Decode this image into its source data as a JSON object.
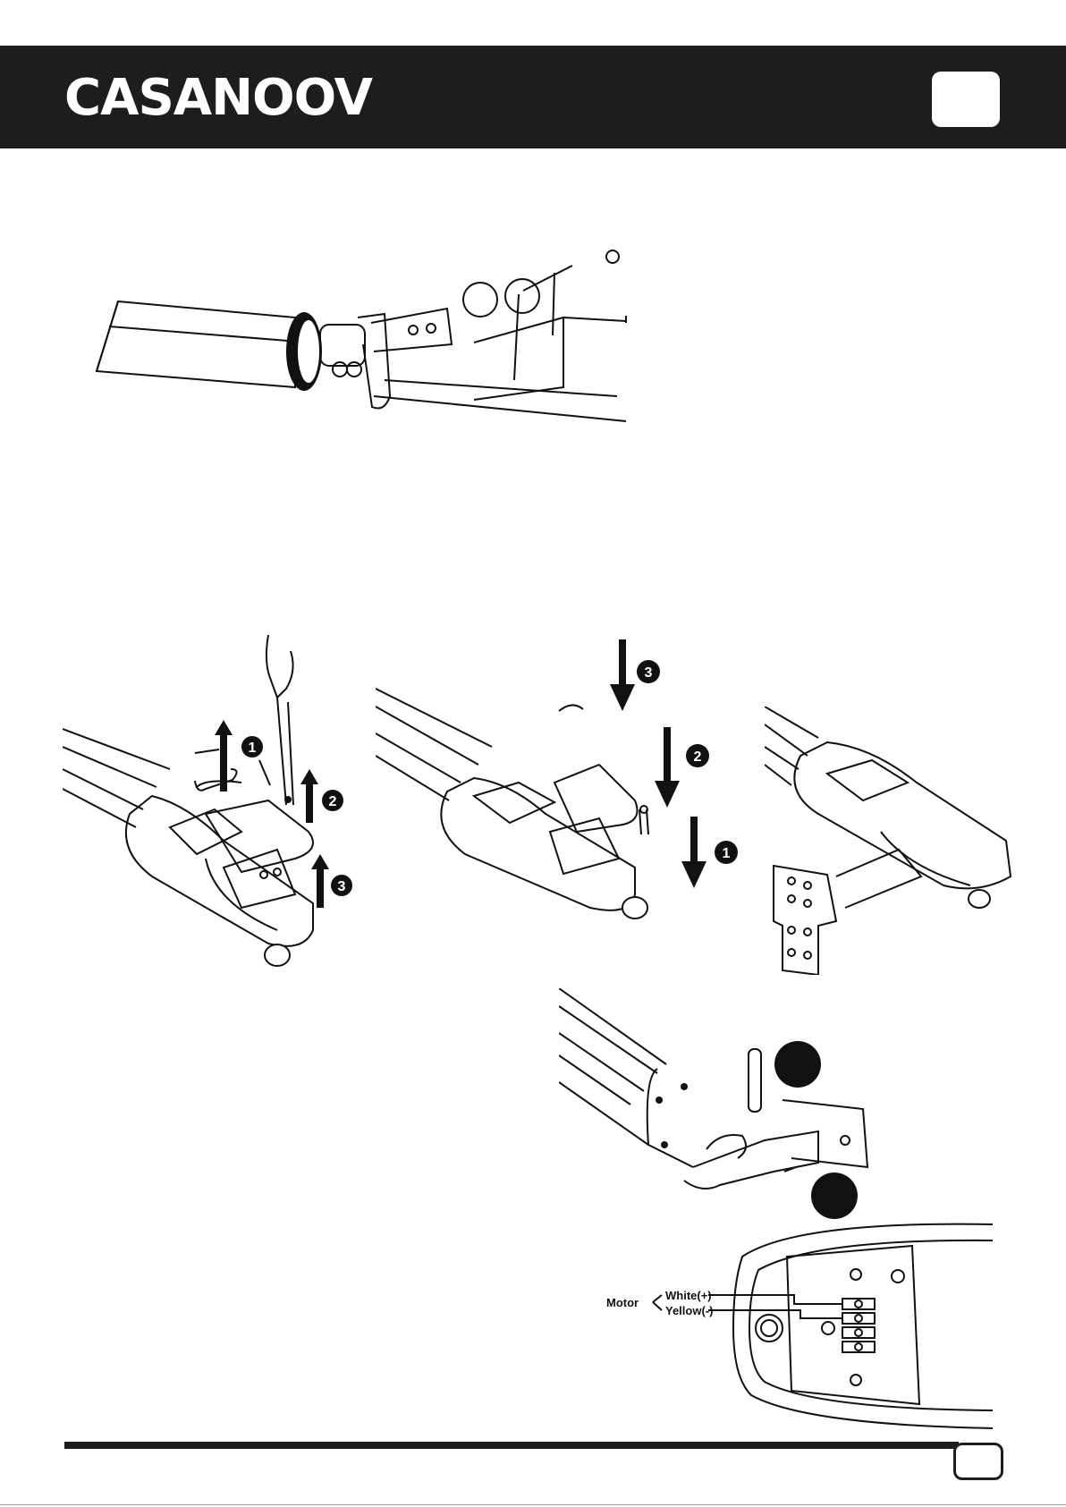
{
  "header": {
    "brand": "CASANOOV"
  },
  "figure5": {
    "steps": {
      "one": "1",
      "two": "2",
      "three": "3"
    }
  },
  "wiring": {
    "motor_label": "Motor",
    "white_label": "White(+)",
    "yellow_label": "Yellow(-)"
  },
  "colors": {
    "band": "#1e1c1d",
    "line": "#111111",
    "background": "#ffffff"
  }
}
